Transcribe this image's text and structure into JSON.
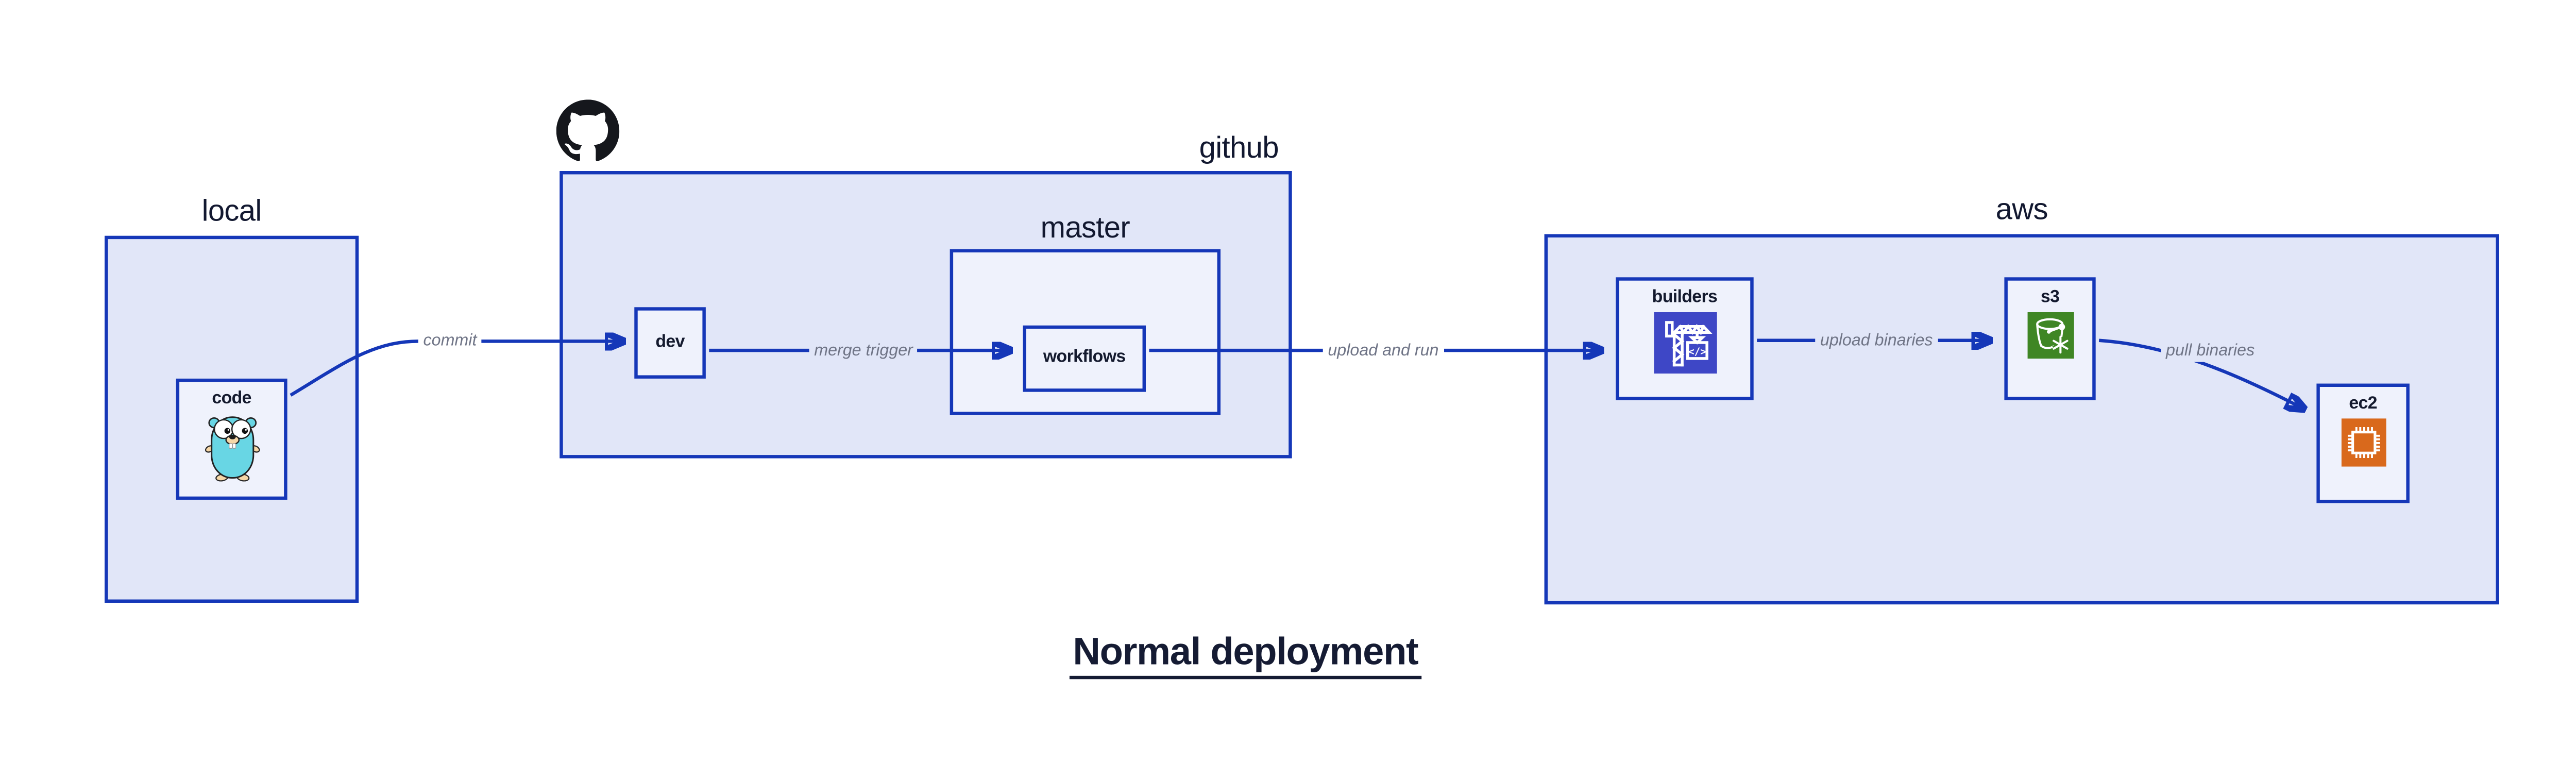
{
  "diagram": {
    "title": "Normal deployment",
    "groups": {
      "local": {
        "label": "local"
      },
      "github": {
        "label": "github",
        "logo_icon": "github-octocat"
      },
      "master": {
        "label": "master"
      },
      "aws": {
        "label": "aws"
      }
    },
    "nodes": {
      "code": {
        "label": "code",
        "icon": "go-gopher"
      },
      "dev": {
        "label": "dev"
      },
      "workflows": {
        "label": "workflows"
      },
      "builders": {
        "label": "builders",
        "icon": "aws-codebuild-crane",
        "icon_glyph": "</>"
      },
      "s3": {
        "label": "s3",
        "icon": "aws-s3-glacier-bucket"
      },
      "ec2": {
        "label": "ec2",
        "icon": "aws-ec2-chip"
      }
    },
    "edges": [
      {
        "from": "code",
        "to": "dev",
        "label": "commit"
      },
      {
        "from": "dev",
        "to": "workflows",
        "label": "merge trigger"
      },
      {
        "from": "workflows",
        "to": "builders",
        "label": "upload and run"
      },
      {
        "from": "builders",
        "to": "s3",
        "label": "upload binaries"
      },
      {
        "from": "s3",
        "to": "ec2",
        "label": "pull binaries"
      }
    ],
    "colors": {
      "outline_blue": "#1537b8",
      "group_fill": "#e1e6f8",
      "node_fill": "#eff2fc",
      "label_navy": "#141a2e",
      "edge_label_gray": "#6f7486",
      "codebuild_purple": "#3e47c6",
      "s3_green": "#3f8624",
      "ec2_orange": "#d9691c",
      "gopher_teal": "#68d6e4",
      "octocat_black": "#15171c"
    }
  }
}
